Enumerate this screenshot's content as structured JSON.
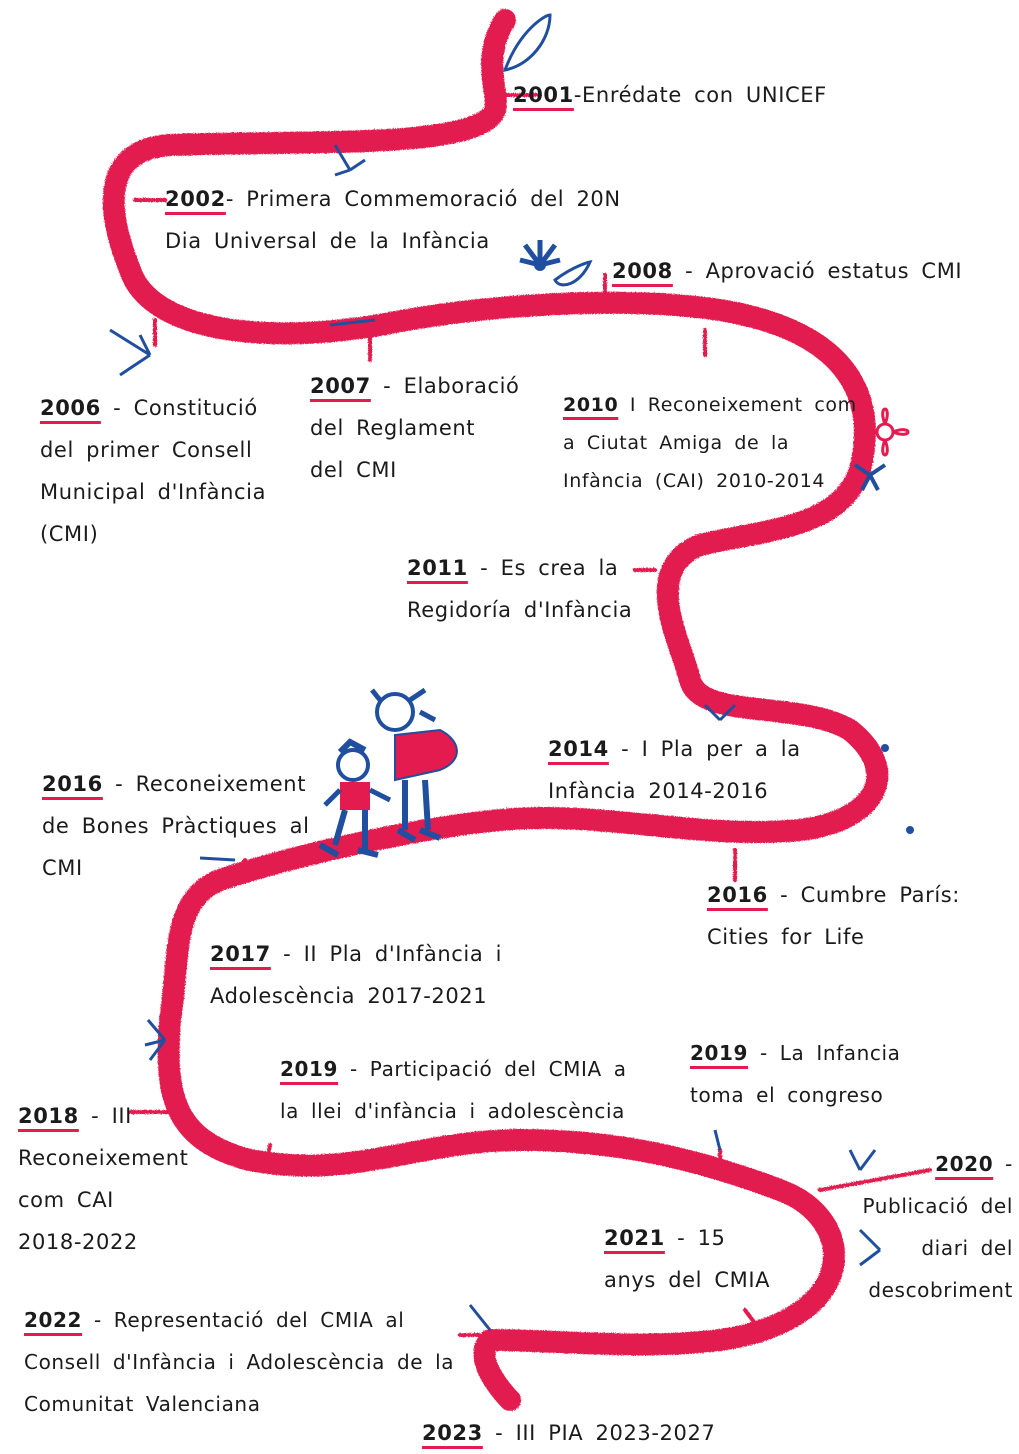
{
  "colors": {
    "road": "#e31b4f",
    "accent": "#1f4f9e",
    "text": "#1b1b1b"
  },
  "entries": [
    {
      "year": "2001",
      "text": "-Enrédate con UNICEF"
    },
    {
      "year": "2002",
      "text": "- Primera Commemoració del 20N\nDia Universal de la Infància"
    },
    {
      "year": "2008",
      "text": " - Aprovació estatus CMI"
    },
    {
      "year": "2006",
      "text": " - Constitució\ndel primer Consell\nMunicipal d'Infància\n(CMI)"
    },
    {
      "year": "2007",
      "text": " - Elaboració\ndel Reglament\ndel CMI"
    },
    {
      "year": "2010",
      "text": " I Reconeixement com\na Ciutat Amiga de la\nInfància (CAI) 2010-2014"
    },
    {
      "year": "2011",
      "text": " - Es crea la\nRegidoría d'Infància"
    },
    {
      "year": "2014",
      "text": " - I Pla per a la\nInfància 2014-2016"
    },
    {
      "year": "2016",
      "text": " - Reconeixement\nde Bones Pràctiques al\nCMI"
    },
    {
      "year": "2016",
      "text": " - Cumbre París:\nCities for Life"
    },
    {
      "year": "2017",
      "text": " - II Pla d'Infància i\nAdolescència 2017-2021"
    },
    {
      "year": "2019",
      "text": " - Participació del CMIA a\nla llei d'infància i adolescència"
    },
    {
      "year": "2019",
      "text": " - La Infancia\ntoma el congreso"
    },
    {
      "year": "2018",
      "text": " - III\nReconeixement\ncom CAI\n2018-2022"
    },
    {
      "year": "2020",
      "text": " -\nPublicació del\ndiari del\ndescobriment"
    },
    {
      "year": "2021",
      "text": " - 15\nanys del CMIA"
    },
    {
      "year": "2022",
      "text": " - Representació del CMIA al\nConsell d'Infància i Adolescència de la\nComunitat Valenciana"
    },
    {
      "year": "2023",
      "text": " - III PIA 2023-2027"
    }
  ]
}
